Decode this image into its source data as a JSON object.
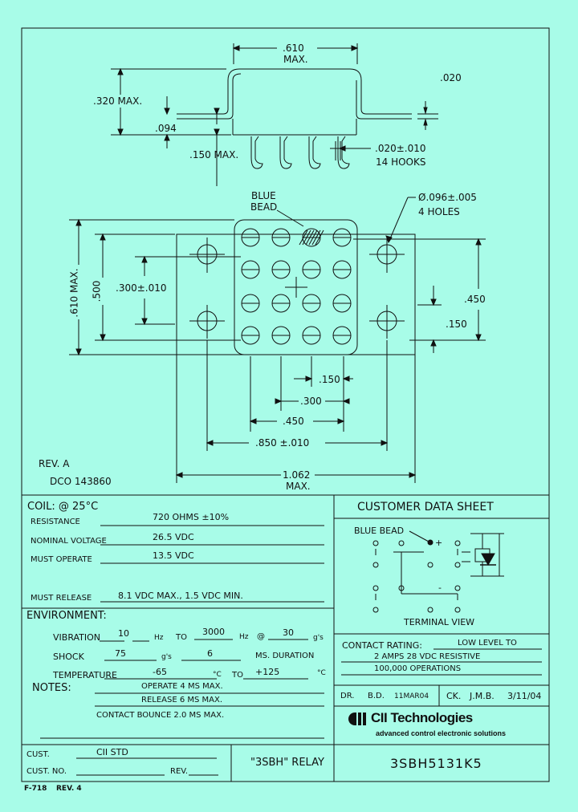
{
  "drawing": {
    "top_view": {
      "width_dim": ".610",
      "width_max": "MAX.",
      "height_dim": ".320 MAX.",
      "flange_dim": ".094",
      "thickness_dim": ".020",
      "hook_length": ".150 MAX.",
      "hook_dim": ".020±.010",
      "hook_count": "14 HOOKS"
    },
    "bottom_view": {
      "blue_bead_line1": "BLUE",
      "blue_bead_line2": "BEAD",
      "hole_dim": "Ø.096±.005",
      "hole_count": "4 HOLES",
      "overall_height": ".610 MAX.",
      "outer_height": ".500",
      "pin_pitch_v": ".300±.010",
      "right_height": ".450",
      "right_pitch": ".150",
      "pitch_1": ".150",
      "pitch_2": ".300",
      "pitch_3": ".450",
      "pitch_4": ".850 ±.010",
      "overall_width": "1.062",
      "overall_width_max": "MAX."
    },
    "rev": "REV. A",
    "dco": "DCO 143860"
  },
  "coil": {
    "header": "COIL: @ 25°C",
    "resistance_label": "RESISTANCE",
    "resistance_value": "720 OHMS ±10%",
    "nominal_label": "NOMINAL VOLTAGE",
    "nominal_value": "26.5 VDC",
    "operate_label": "MUST OPERATE",
    "operate_value": "13.5 VDC",
    "release_label": "MUST RELEASE",
    "release_value": "8.1 VDC MAX., 1.5 VDC MIN."
  },
  "environment": {
    "header": "ENVIRONMENT:",
    "vibration_label": "VIBRATION",
    "vibration_from": "10",
    "hz1": "Hz",
    "to": "TO",
    "vibration_to": "3000",
    "hz2": "Hz",
    "at": "@",
    "vibration_g": "30",
    "gs1": "g's",
    "shock_label": "SHOCK",
    "shock_g": "75",
    "gs2": "g's",
    "shock_ms": "6",
    "ms_duration": "MS. DURATION",
    "temp_label": "TEMPERATURE",
    "temp_low": "-65",
    "degc1": "°C",
    "temp_to": "TO",
    "temp_high": "+125",
    "degc2": "°C"
  },
  "notes": {
    "header": "NOTES:",
    "lines": [
      "OPERATE 4 MS MAX.",
      "RELEASE 6 MS MAX.",
      "CONTACT BOUNCE 2.0 MS MAX."
    ]
  },
  "customer": {
    "title": "CUSTOMER DATA SHEET",
    "blue_bead": "BLUE BEAD",
    "plus": "+",
    "minus": "-",
    "terminal_view": "TERMINAL VIEW"
  },
  "contact": {
    "label": "CONTACT RATING:",
    "line1": "LOW LEVEL TO",
    "line2": "2 AMPS 28 VDC RESISTIVE",
    "line3": "100,000 OPERATIONS"
  },
  "signoff": {
    "dr_label": "DR.",
    "dr_name": "B.D.",
    "dr_date": "11MAR04",
    "ck_label": "CK.",
    "ck_name": "J.M.B.",
    "ck_date": "3/11/04"
  },
  "logo": {
    "brand": "CII Technologies",
    "tagline": "advanced control electronic solutions"
  },
  "title_block": {
    "cust_label": "CUST.",
    "cust_value": "CII STD",
    "cust_no_label": "CUST. NO.",
    "rev_label": "REV.",
    "product": "\"3SBH\" RELAY",
    "part_number": "3SBH5131K5"
  },
  "footer": {
    "form": "F-718",
    "rev": "REV. 4"
  },
  "colors": {
    "background": "#a8fce8",
    "ink": "#111111"
  }
}
